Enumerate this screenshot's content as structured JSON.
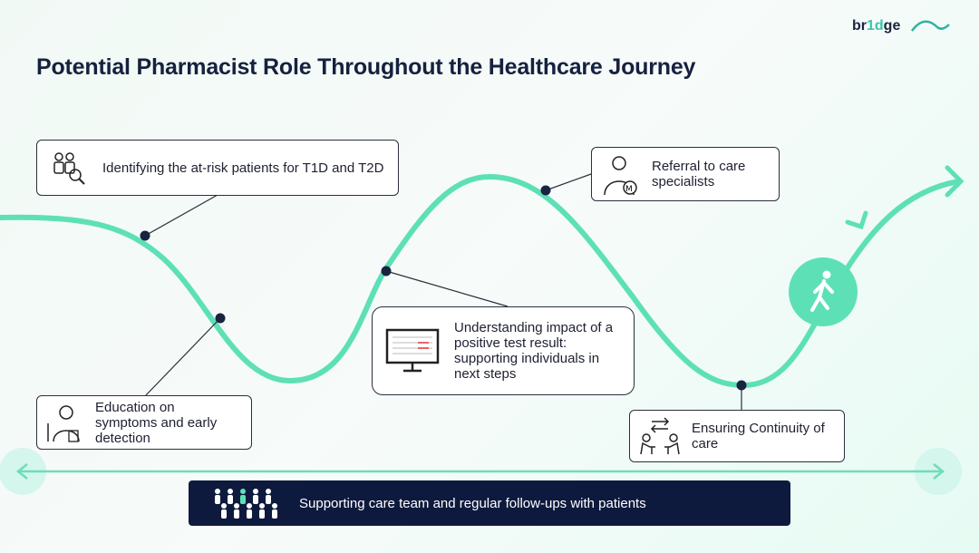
{
  "title": "Potential Pharmacist Role Throughout the Healthcare Journey",
  "logo": {
    "pre": "br",
    "one": "1d",
    "post": "ge"
  },
  "steps": [
    {
      "label": "Identifying the at-risk patients for T1D and T2D",
      "icon": "family-search-icon"
    },
    {
      "label": "Education on symptoms and early detection",
      "icon": "pharmacist-icon"
    },
    {
      "label": "Understanding impact of a positive test result: supporting individuals in next steps",
      "icon": "monitor-results-icon"
    },
    {
      "label": "Referral to care specialists",
      "icon": "doctor-icon"
    },
    {
      "label": "Ensuring Continuity of care",
      "icon": "consultation-icon"
    }
  ],
  "bottom": {
    "label": "Supporting care team and regular follow-ups with patients",
    "icon": "people-group-icon"
  },
  "colors": {
    "curve": "#5ee0b6",
    "dark": "#0e1a3d"
  }
}
